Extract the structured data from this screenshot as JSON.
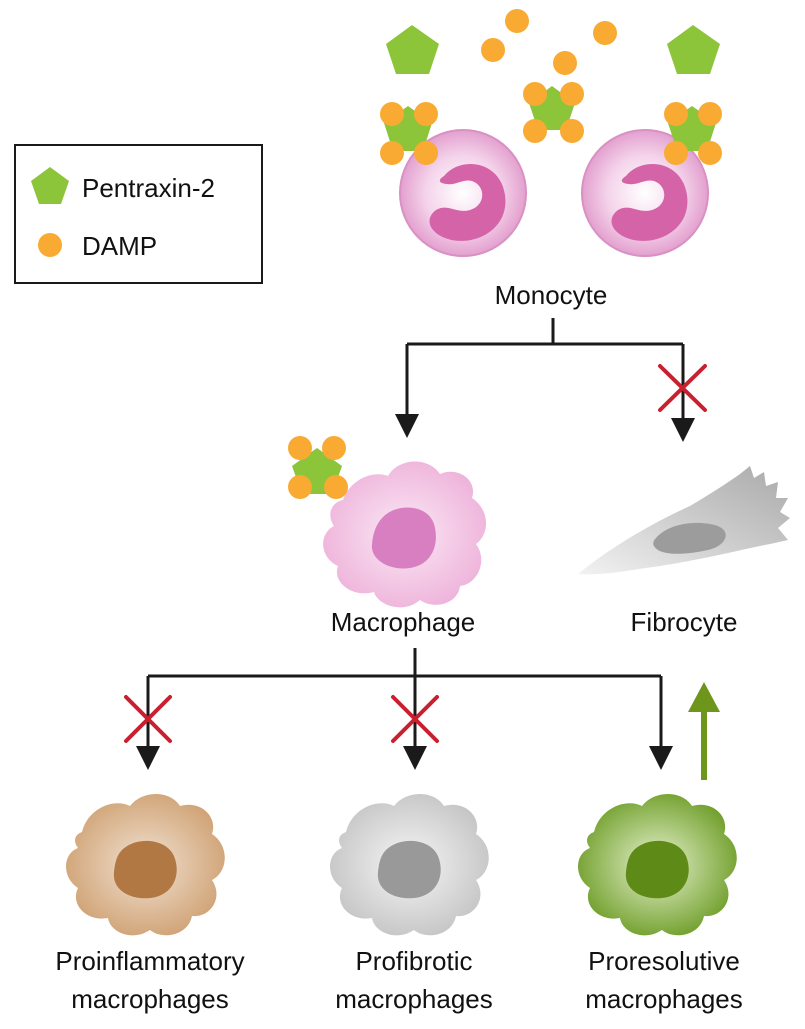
{
  "legend": {
    "items": [
      {
        "label": "Pentraxin-2",
        "icon": "pentagon-icon"
      },
      {
        "label": "DAMP",
        "icon": "circle-icon"
      }
    ]
  },
  "labels": {
    "monocyte": "Monocyte",
    "macrophage": "Macrophage",
    "fibrocyte": "Fibrocyte",
    "proinflammatory": [
      "Proinflammatory",
      "macrophages"
    ],
    "profibrotic": [
      "Profibrotic",
      "macrophages"
    ],
    "proresolutive": [
      "Proresolutive",
      "macrophages"
    ]
  },
  "colors": {
    "pentraxin": "#8cc43a",
    "damp": "#f9aa32",
    "monocyte": "#e6a6d2",
    "monocyte_nucleus": "#d463a8",
    "macrophage": "#f2bde0",
    "macrophage_nucleus": "#d77fc0",
    "fibrocyte": "#b3b3b3",
    "proinflammatory": "#d2a577",
    "proinflammatory_nucleus": "#b27844",
    "profibrotic": "#cccccc",
    "profibrotic_nucleus": "#999999",
    "proresolutive": "#7fae35",
    "proresolutive_nucleus": "#5e8a18",
    "inhibit_cross": "#c8202f",
    "increase_arrow": "#6e961d",
    "connector": "#1a1a1a"
  },
  "markers": {
    "inhibited": [
      "fibrocyte-path",
      "proinflammatory-path",
      "profibrotic-path"
    ],
    "increased": [
      "proresolutive-path"
    ]
  }
}
